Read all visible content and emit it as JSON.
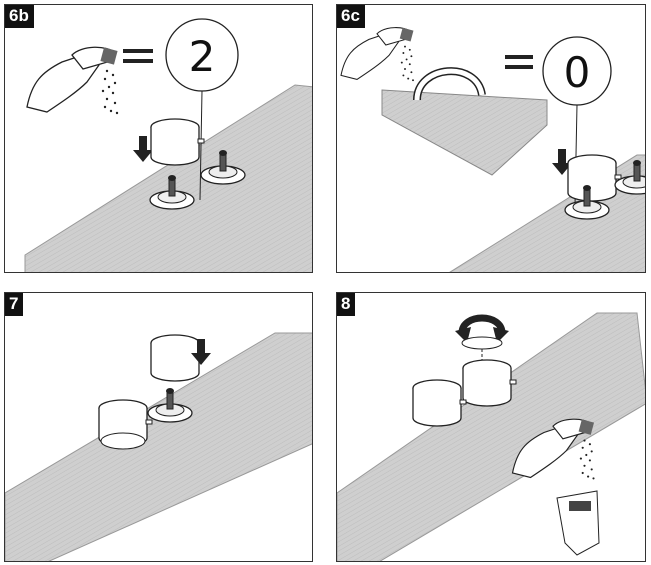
{
  "panels": [
    {
      "step": "6b",
      "setting_value": "2"
    },
    {
      "step": "6c",
      "setting_value": "0"
    },
    {
      "step": "7"
    },
    {
      "step": "8"
    }
  ],
  "colors": {
    "deck": "#cfcfcf",
    "label_bg": "#111111",
    "line": "#222222"
  }
}
